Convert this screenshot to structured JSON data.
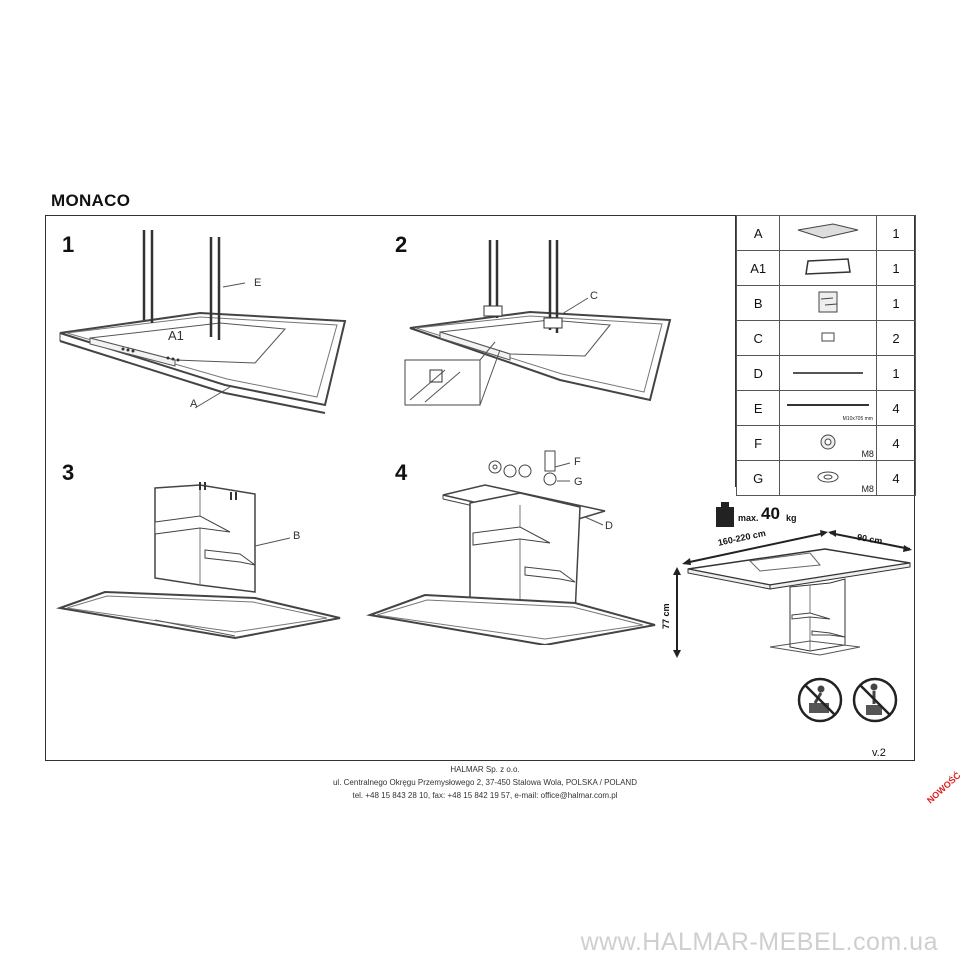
{
  "title": "MONACO",
  "steps": {
    "s1": {
      "number": "1",
      "label_a1": "A1",
      "label_e": "E",
      "label_a": "A"
    },
    "s2": {
      "number": "2",
      "label_c": "C"
    },
    "s3": {
      "number": "3",
      "label_b": "B"
    },
    "s4": {
      "number": "4",
      "label_f": "F",
      "label_g": "G",
      "label_d": "D"
    }
  },
  "parts": [
    {
      "code": "A",
      "qty": "1",
      "icon": "tabletop-icon"
    },
    {
      "code": "A1",
      "qty": "1",
      "icon": "extension-leaf-icon"
    },
    {
      "code": "B",
      "qty": "1",
      "icon": "pedestal-base-icon"
    },
    {
      "code": "C",
      "qty": "2",
      "icon": "bracket-icon"
    },
    {
      "code": "D",
      "qty": "1",
      "icon": "mounting-plate-icon"
    },
    {
      "code": "E",
      "qty": "4",
      "icon": "threaded-rod-icon",
      "spec": "M10x705 mm"
    },
    {
      "code": "F",
      "qty": "4",
      "icon": "nut-icon",
      "spec": "M8"
    },
    {
      "code": "G",
      "qty": "4",
      "icon": "washer-icon",
      "spec": "M8"
    }
  ],
  "specs": {
    "max_label": "max.",
    "max_value": "40",
    "max_unit": "kg",
    "length": "160-220 cm",
    "width": "90 cm",
    "height": "77 cm"
  },
  "version": "v.2",
  "footer": {
    "company": "HALMAR Sp. z o.o.",
    "address": "ul. Centralnego Okręgu Przemysłowego 2, 37-450 Stalowa Wola, POLSKA / POLAND",
    "contact": "tel. +48 15 843 28 10, fax: +48 15 842 19 57, e-mail: office@halmar.com.pl"
  },
  "watermark": "www.HALMAR-MEBEL.com.ua",
  "badge": "NOWOŚĆ"
}
